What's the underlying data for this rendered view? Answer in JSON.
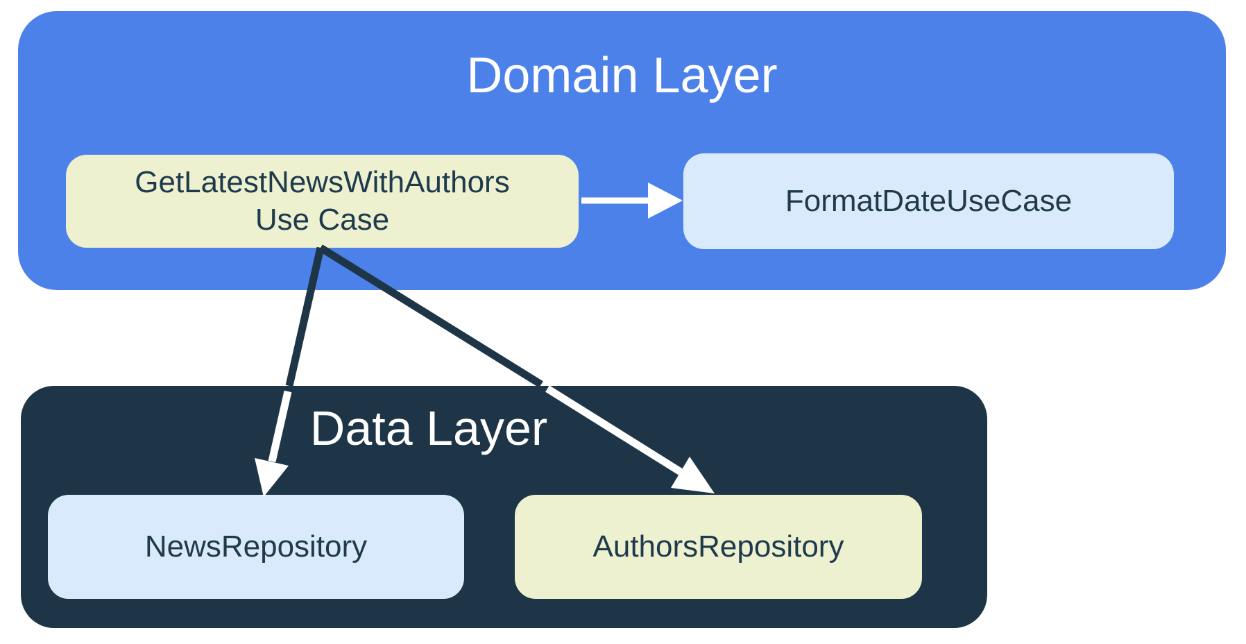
{
  "colors": {
    "domain-bg": "#4C81E9",
    "data-bg": "#1D3546",
    "node-beige": "#EDF1D0",
    "node-lightblue": "#D9EAFC",
    "text-navy": "#1E3A4C",
    "arrow-white": "#FFFFFF",
    "page-bg": "#FFFFFF"
  },
  "domain_layer": {
    "title": "Domain Layer",
    "use_case": {
      "line1": "GetLatestNewsWithAuthors",
      "line2": "Use Case"
    },
    "format_date": {
      "label": "FormatDateUseCase"
    }
  },
  "data_layer": {
    "title": "Data Layer",
    "news_repository": {
      "label": "NewsRepository"
    },
    "authors_repository": {
      "label": "AuthorsRepository"
    }
  },
  "edges": [
    {
      "from": "GetLatestNewsWithAuthors Use Case",
      "to": "FormatDateUseCase"
    },
    {
      "from": "GetLatestNewsWithAuthors Use Case",
      "to": "NewsRepository"
    },
    {
      "from": "GetLatestNewsWithAuthors Use Case",
      "to": "AuthorsRepository"
    }
  ]
}
